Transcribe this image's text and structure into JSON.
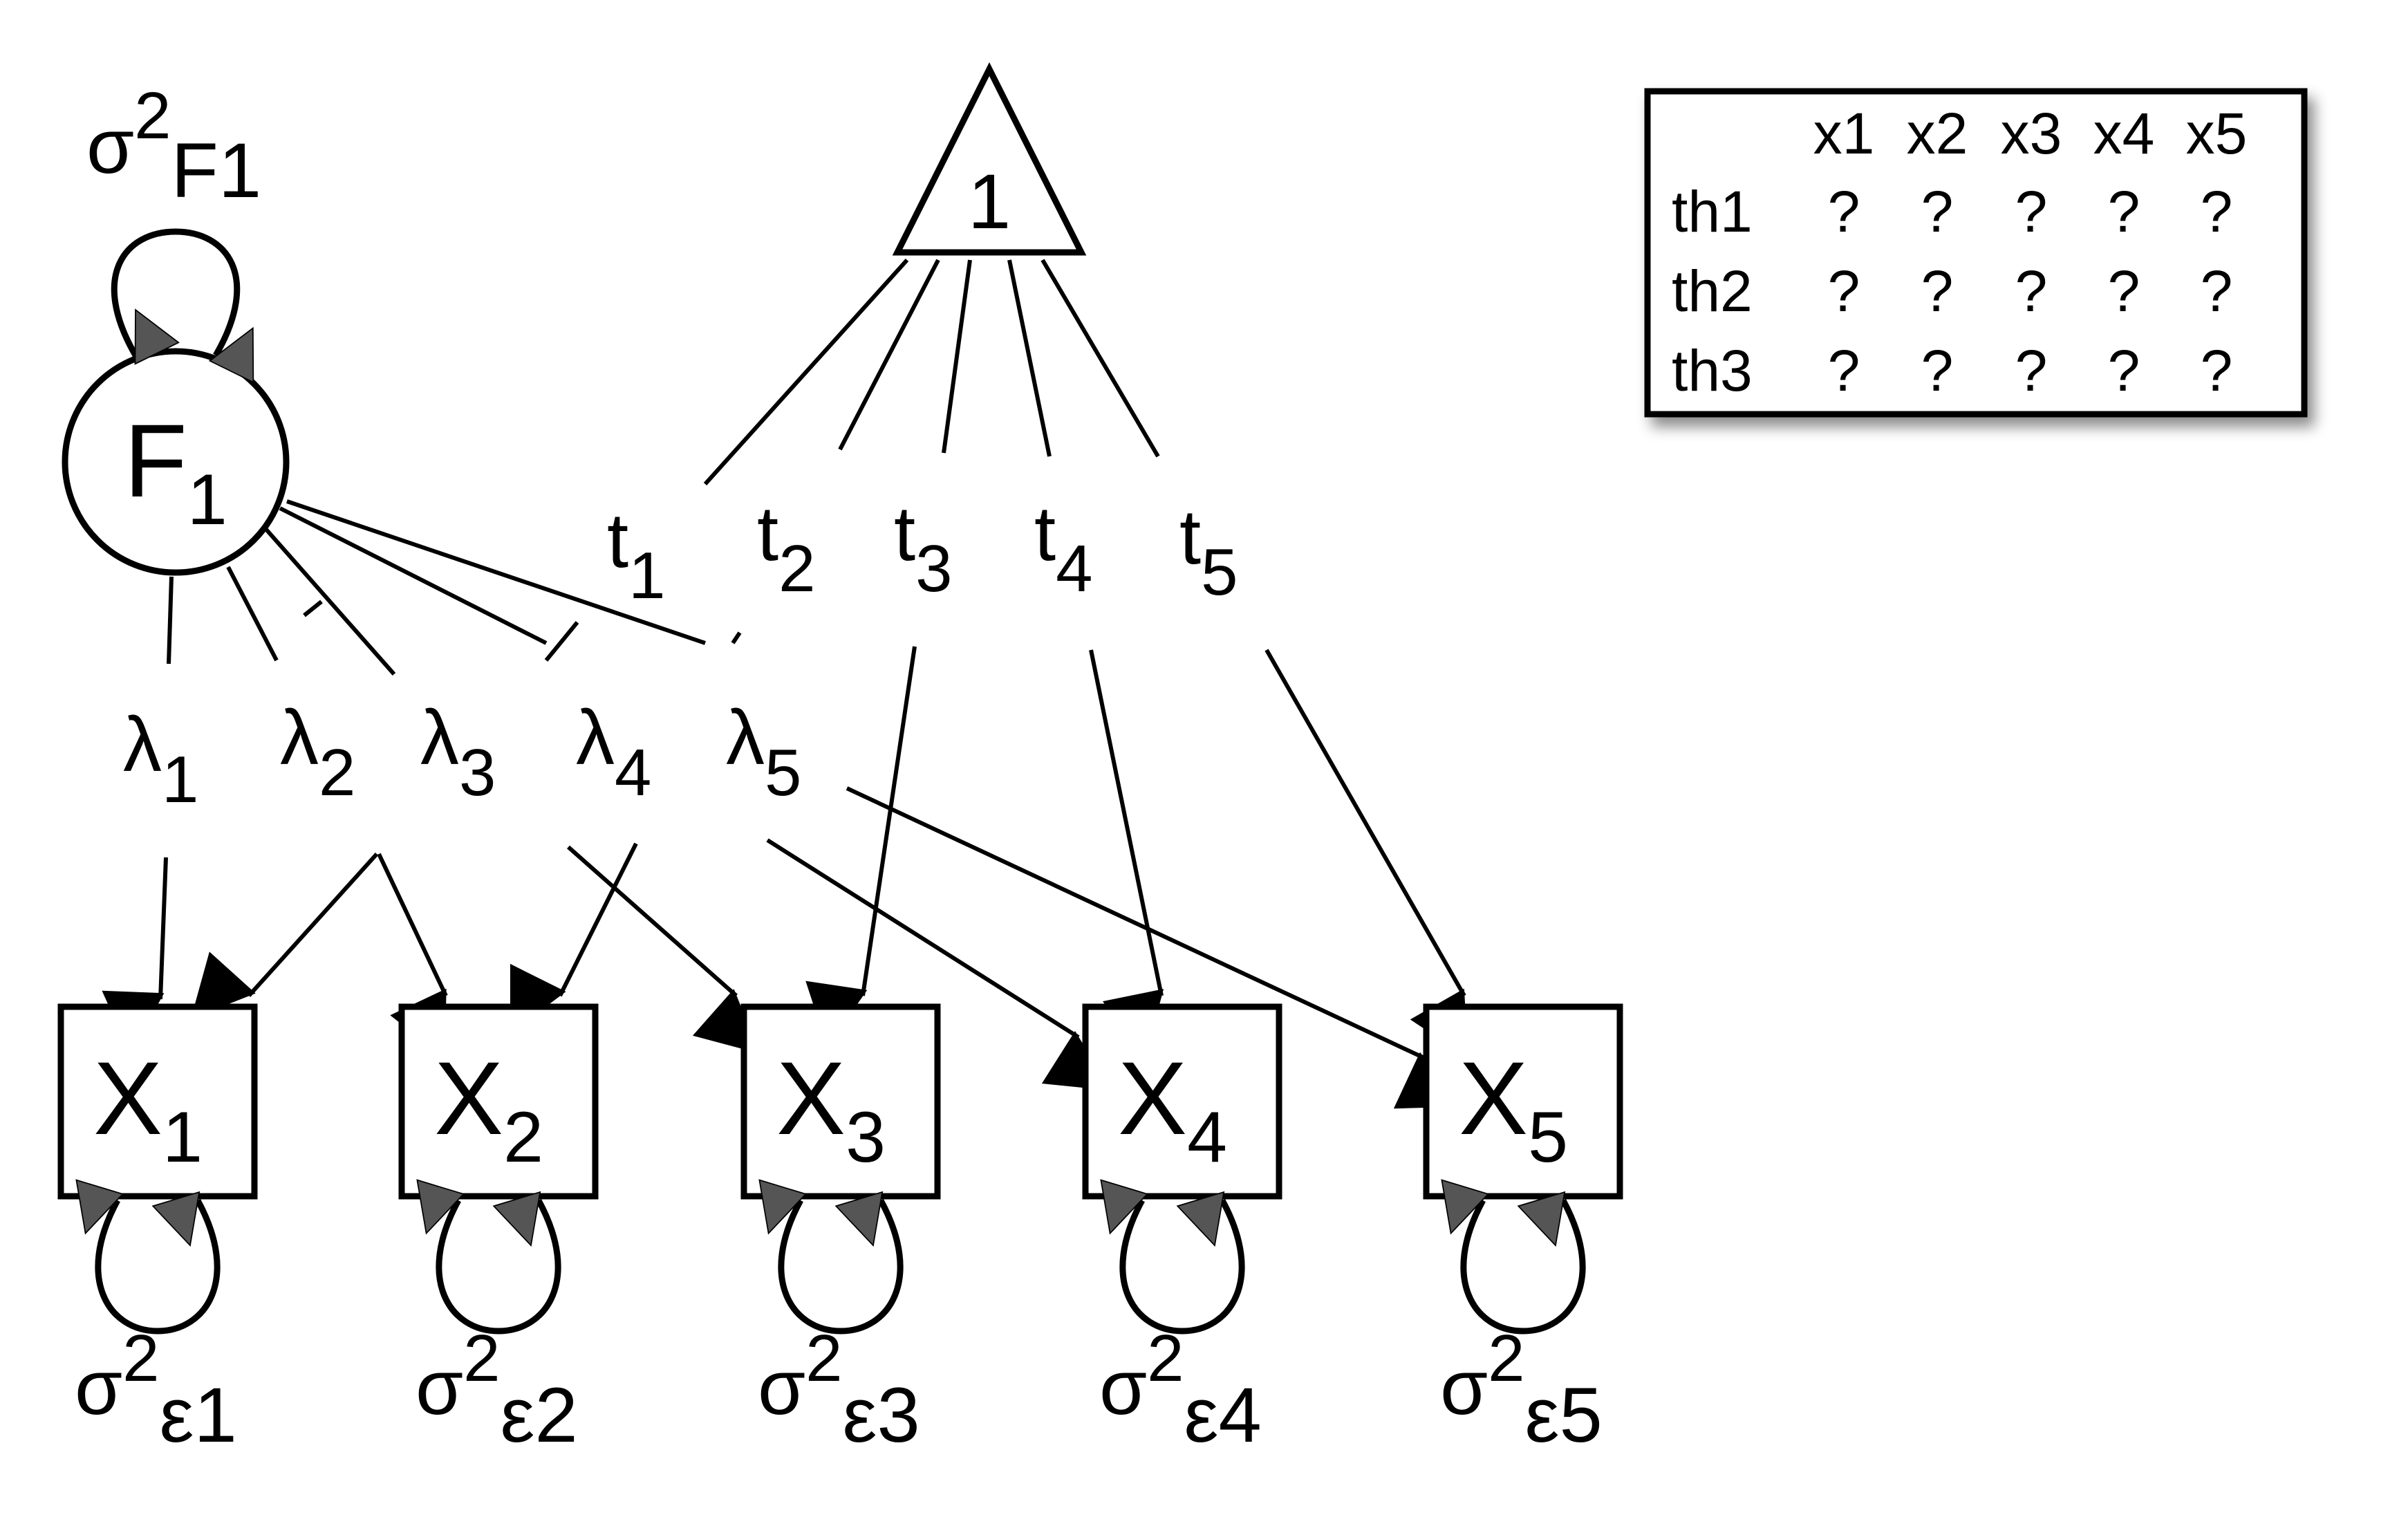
{
  "factor": {
    "label": "F",
    "subscript": "1",
    "variance": {
      "base": "σ",
      "sup": "2",
      "sub": "F1"
    }
  },
  "constant": {
    "label": "1"
  },
  "loadings": [
    {
      "base": "λ",
      "sub": "1"
    },
    {
      "base": "λ",
      "sub": "2"
    },
    {
      "base": "λ",
      "sub": "3"
    },
    {
      "base": "λ",
      "sub": "4"
    },
    {
      "base": "λ",
      "sub": "5"
    }
  ],
  "intercepts": [
    {
      "base": "t",
      "sub": "1"
    },
    {
      "base": "t",
      "sub": "2"
    },
    {
      "base": "t",
      "sub": "3"
    },
    {
      "base": "t",
      "sub": "4"
    },
    {
      "base": "t",
      "sub": "5"
    }
  ],
  "observed": [
    {
      "label": "X",
      "subscript": "1",
      "error": {
        "base": "σ",
        "sup": "2",
        "sub": "ε1"
      }
    },
    {
      "label": "X",
      "subscript": "2",
      "error": {
        "base": "σ",
        "sup": "2",
        "sub": "ε2"
      }
    },
    {
      "label": "X",
      "subscript": "3",
      "error": {
        "base": "σ",
        "sup": "2",
        "sub": "ε3"
      }
    },
    {
      "label": "X",
      "subscript": "4",
      "error": {
        "base": "σ",
        "sup": "2",
        "sub": "ε4"
      }
    },
    {
      "label": "X",
      "subscript": "5",
      "error": {
        "base": "σ",
        "sup": "2",
        "sub": "ε5"
      }
    }
  ],
  "threshold_table": {
    "columns": [
      "x1",
      "x2",
      "x3",
      "x4",
      "x5"
    ],
    "rows": [
      {
        "name": "th1",
        "values": [
          "?",
          "?",
          "?",
          "?",
          "?"
        ]
      },
      {
        "name": "th2",
        "values": [
          "?",
          "?",
          "?",
          "?",
          "?"
        ]
      },
      {
        "name": "th3",
        "values": [
          "?",
          "?",
          "?",
          "?",
          "?"
        ]
      }
    ]
  }
}
